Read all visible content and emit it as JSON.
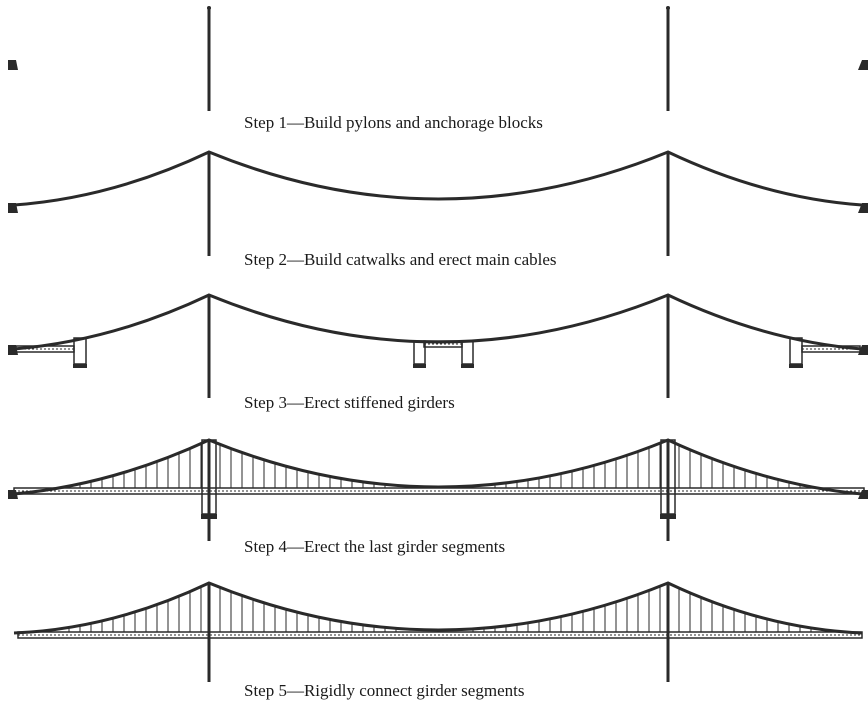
{
  "steps": [
    {
      "caption": "Step 1—Build pylons and anchorage blocks"
    },
    {
      "caption": "Step 2—Build catwalks and erect main cables"
    },
    {
      "caption": "Step 3—Erect stiffened girders"
    },
    {
      "caption": "Step 4—Erect the last girder segments"
    },
    {
      "caption": "Step 5—Rigidly connect girder segments"
    }
  ],
  "colors": {
    "line": "#2a2a2a",
    "text": "#1a1a1a",
    "background": "#ffffff"
  }
}
